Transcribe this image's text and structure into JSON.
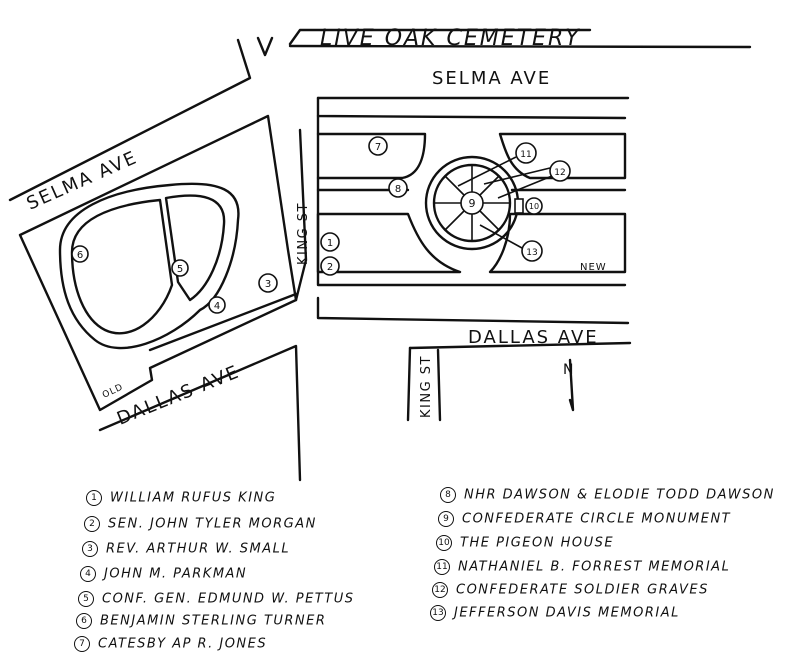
{
  "title": "LIVE OAK CEMETERY",
  "streets": {
    "selma_ave_top": "SELMA AVE",
    "selma_ave_left": "SELMA AVE",
    "dallas_ave_right": "DALLAS AVE",
    "dallas_ave_left": "DALLAS AVE",
    "king_st_top": "KING ST",
    "king_st_bottom": "KING ST"
  },
  "section_labels": {
    "old": "OLD",
    "new": "NEW"
  },
  "north_arrow": "N",
  "markers": [
    "1",
    "2",
    "3",
    "4",
    "5",
    "6",
    "7",
    "8",
    "9",
    "10",
    "11",
    "12",
    "13"
  ],
  "legend": [
    {
      "num": "1",
      "text": "William Rufus King"
    },
    {
      "num": "2",
      "text": "Sen. John Tyler Morgan"
    },
    {
      "num": "3",
      "text": "Rev. Arthur W. Small"
    },
    {
      "num": "4",
      "text": "John M. Parkman"
    },
    {
      "num": "5",
      "text": "Conf. Gen. Edmund W. Pettus"
    },
    {
      "num": "6",
      "text": "Benjamin Sterling Turner"
    },
    {
      "num": "7",
      "text": "Catesby ap R. Jones"
    },
    {
      "num": "8",
      "text": "NHR Dawson & Elodie Todd Dawson"
    },
    {
      "num": "9",
      "text": "Confederate Circle Monument"
    },
    {
      "num": "10",
      "text": "The Pigeon House"
    },
    {
      "num": "11",
      "text": "Nathaniel B. Forrest Memorial"
    },
    {
      "num": "12",
      "text": "Confederate Soldier Graves"
    },
    {
      "num": "13",
      "text": "Jefferson Davis Memorial"
    }
  ]
}
